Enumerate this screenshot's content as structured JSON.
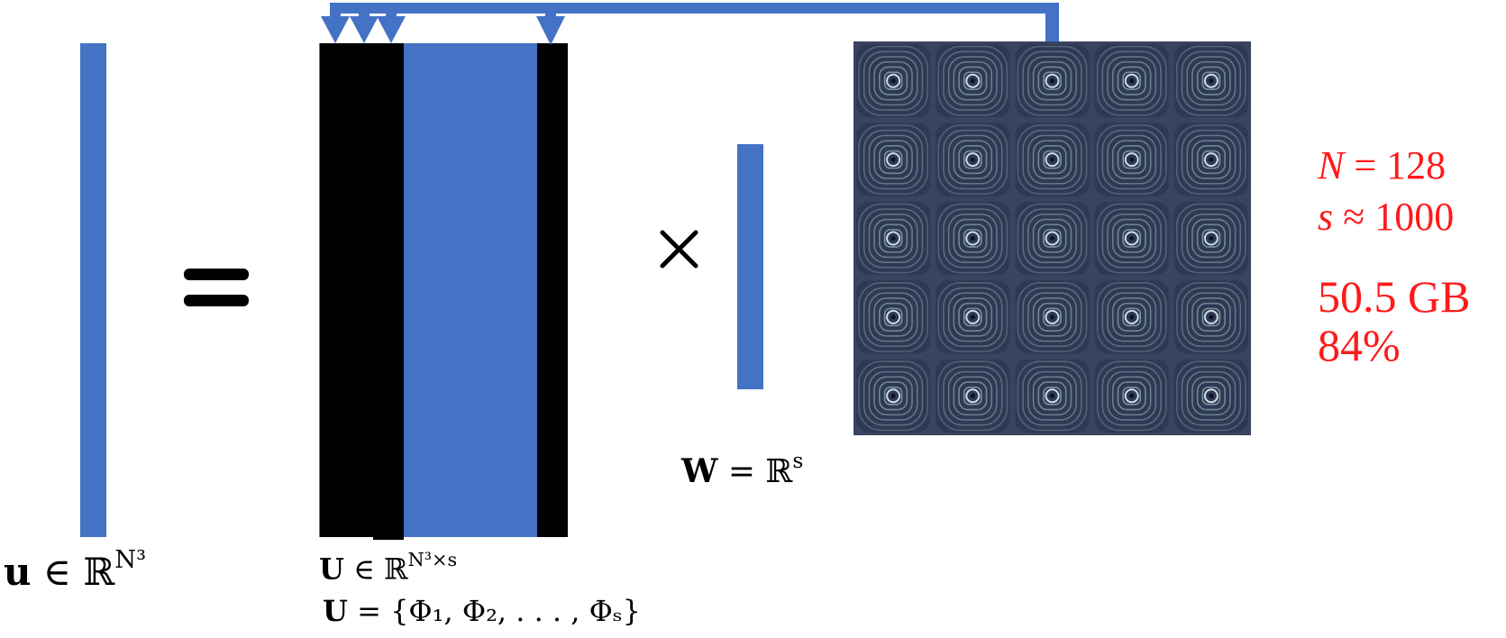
{
  "colors": {
    "vector_blue": "#4472c4",
    "block_black": "#000000",
    "stat_red": "#ff1a1a",
    "tile_bg": "#3a4460",
    "tile_ring": "#8fb0b6"
  },
  "labels": {
    "u_vector": {
      "bold": "u",
      "rel": "∈",
      "set": "ℝ",
      "exp": "N³"
    },
    "U_matrix": {
      "bold": "U",
      "rel": "∈",
      "set": "ℝ",
      "exp": "N³×s"
    },
    "U_columns": {
      "bold": "U",
      "rest": "= {Φ₁, Φ₂, . . . , Φₛ}"
    },
    "W_vector": {
      "bold": "W",
      "rest": "= ℝ",
      "exp": "s"
    }
  },
  "operators": {
    "equals": "=",
    "times": "×"
  },
  "stats": {
    "n": {
      "var": "N",
      "rest": "= 128"
    },
    "s": {
      "var": "s",
      "rest": "≈ 1000"
    },
    "memory": "50.5 GB",
    "percent": "84%"
  },
  "image_grid": {
    "rows": 5,
    "cols": 5,
    "icon": "vortex-snapshot-icon"
  }
}
